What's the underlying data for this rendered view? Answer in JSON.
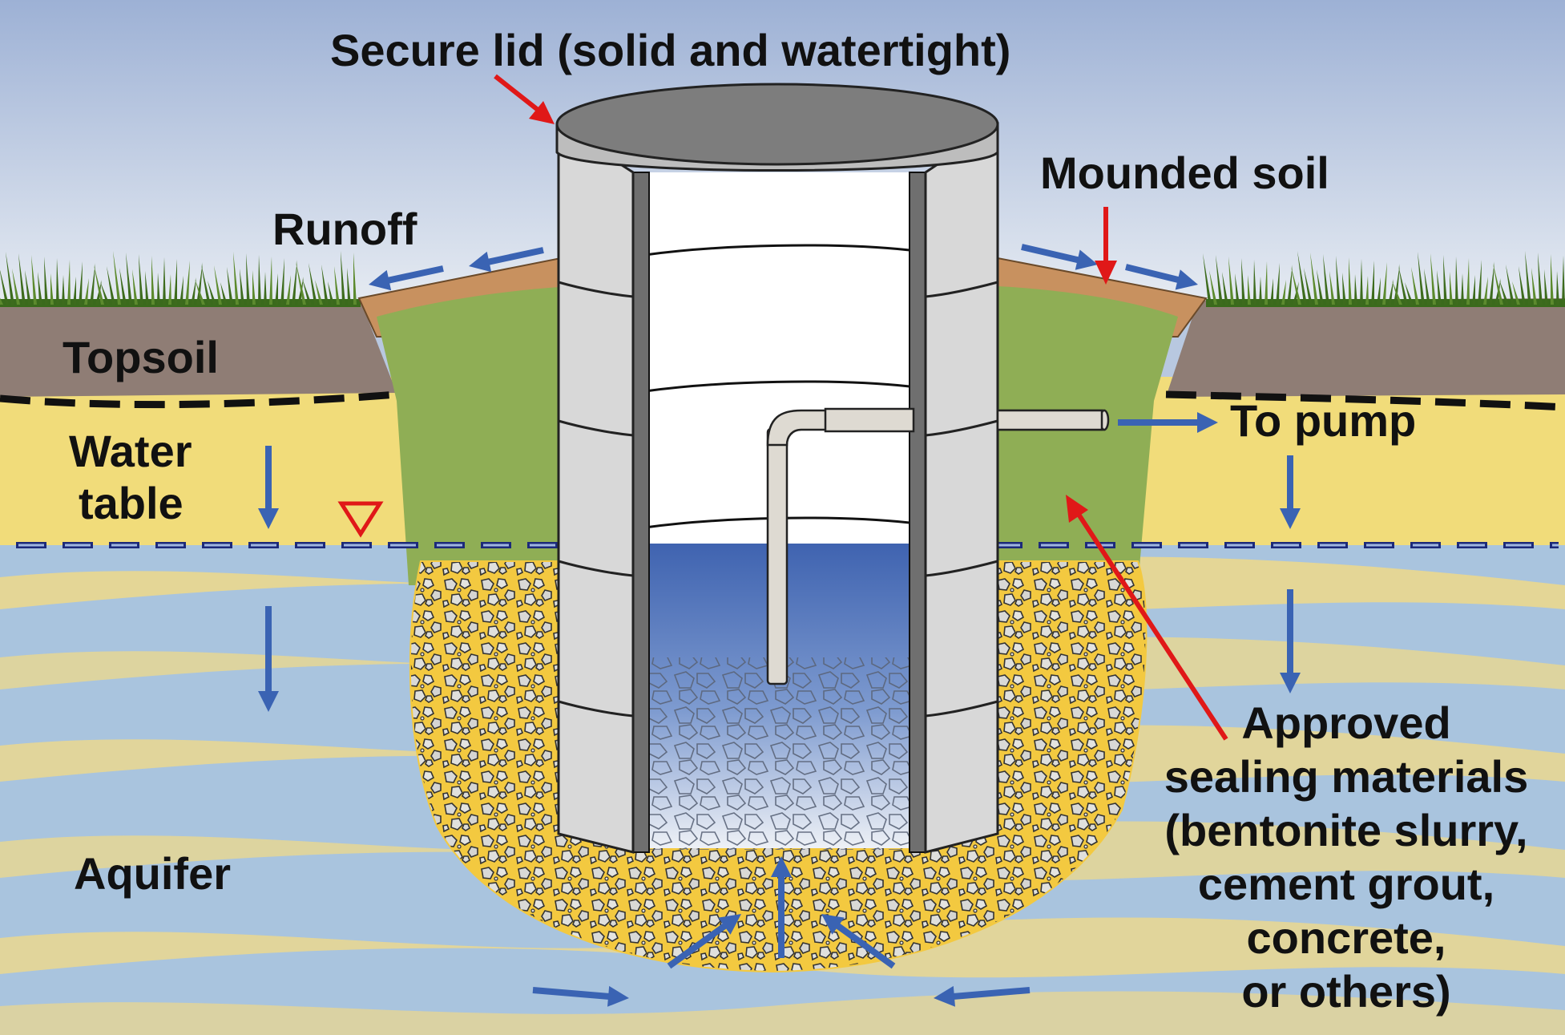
{
  "labels": {
    "lid": "Secure lid (solid and watertight)",
    "runoff": "Runoff",
    "mounded_soil": "Mounded soil",
    "topsoil": "Topsoil",
    "water_table_1": "Water",
    "water_table_2": "table",
    "to_pump": "To pump",
    "aquifer": "Aquifer",
    "approved": "Approved",
    "sealing": "sealing materials",
    "bentonite": "(bentonite slurry,",
    "cement": "cement grout,",
    "concrete": "concrete,",
    "others": "or others)"
  },
  "colors": {
    "sky_top": "#9fb3d6",
    "sky_bottom": "#e8ecf2",
    "grass": "#3f6b1f",
    "topsoil": "#8f7d75",
    "mounded_soil": "#c8915f",
    "sealing_fill": "#8fae55",
    "water_table_zone": "#f1dc7a",
    "aquifer_blue": "#a8c3de",
    "gravel_pack": "#f3c940",
    "casing": "#d8d8d8",
    "lid": "#7d7d7d",
    "well_water": "#4a6fb8",
    "arrow_blue": "#3a63b3",
    "arrow_red": "#e01818"
  }
}
